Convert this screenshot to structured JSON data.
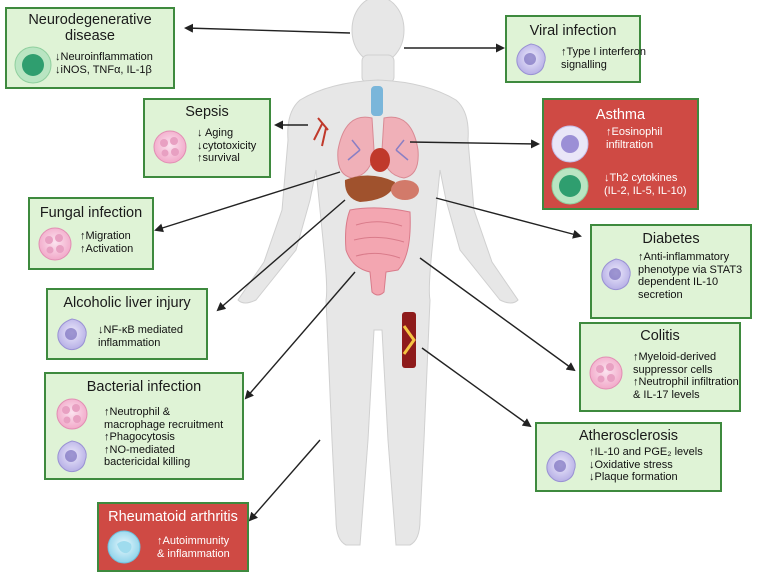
{
  "boxes": {
    "neuro": {
      "title1": "Neurodegenerative",
      "title2": "disease",
      "lines": [
        "↓Neuroinflammation",
        "↓iNOS, TNFα, IL-1β"
      ]
    },
    "viral": {
      "title": "Viral infection",
      "lines": [
        "↑Type I interferon",
        "signalling"
      ]
    },
    "sepsis": {
      "title": "Sepsis",
      "lines": [
        "↓ Aging",
        "↓cytotoxicity",
        "↑survival"
      ]
    },
    "asthma": {
      "title": "Asthma",
      "lines_a": [
        "↑Eosinophil",
        "infiltration"
      ],
      "lines_b": [
        "↓Th2 cytokines",
        "(IL-2, IL-5, IL-10)"
      ]
    },
    "fungal": {
      "title": "Fungal infection",
      "lines": [
        "↑Migration",
        "↑Activation"
      ]
    },
    "diabetes": {
      "title": "Diabetes",
      "lines": [
        "↑Anti-inflammatory",
        "phenotype via STAT3",
        "dependent IL-10",
        "secretion"
      ]
    },
    "alcoholic": {
      "title": "Alcoholic liver injury",
      "lines": [
        "↓NF-κB mediated",
        "inflammation"
      ]
    },
    "colitis": {
      "title": "Colitis",
      "lines": [
        "↑Myeloid-derived",
        "suppressor cells",
        "↑Neutrophil infiltration",
        "& IL-17 levels"
      ]
    },
    "bacterial": {
      "title": "Bacterial infection",
      "lines_a": [
        "↑Neutrophil &",
        "macrophage recruitment",
        "↑Phagocytosis"
      ],
      "lines_b": [
        "↑NO-mediated",
        "bactericidal killing"
      ]
    },
    "athero": {
      "title": "Atherosclerosis",
      "lines": [
        "↑IL-10 and PGE₂ levels",
        "↓Oxidative stress",
        "↓Plaque formation"
      ]
    },
    "ra": {
      "title": "Rheumatoid arthritis",
      "lines": [
        "↑Autoimmunity",
        "& inflammation"
      ]
    }
  },
  "colors": {
    "green_fill": "#dff3d6",
    "green_border": "#3e8a3e",
    "red_fill": "#cf4a44",
    "body": "#e6e6e6",
    "arrow": "#222222"
  },
  "icons": [
    "neutrophil-icon",
    "macrophage-icon",
    "eosinophil-icon",
    "monocyte-icon",
    "treg-cell-icon"
  ]
}
